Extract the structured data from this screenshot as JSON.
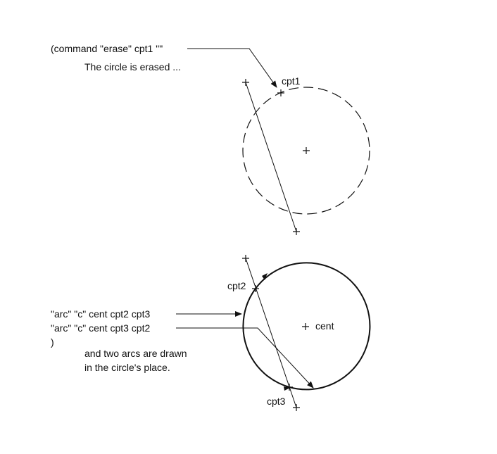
{
  "upper": {
    "command_text": "(command \"erase\" cpt1 \"\"",
    "caption": "The circle is erased ...",
    "point_label_cpt1": "cpt1",
    "circle_style": "dashed"
  },
  "lower": {
    "line1": "\"arc\" \"c\" cent cpt2 cpt3",
    "line2": "\"arc\" \"c\" cent cpt3 cpt2",
    "line3": ")",
    "caption_line1": "and two arcs are drawn",
    "caption_line2": "in the circle's place.",
    "label_cpt2": "cpt2",
    "label_cent": "cent",
    "label_cpt3": "cpt3"
  },
  "colors": {
    "ink": "#111111",
    "background": "#ffffff"
  }
}
